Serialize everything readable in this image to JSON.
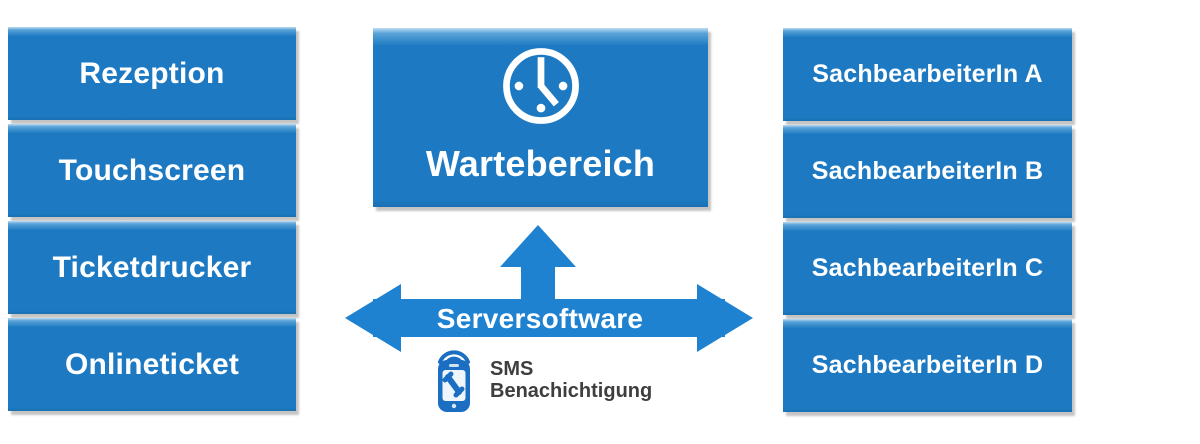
{
  "colors": {
    "box-blue": "#1d7ac2",
    "box-highlight": "#bcdcf2",
    "arrow-blue": "#1e82d0",
    "label-text": "#ffffff",
    "sms-text": "#3e3e3e",
    "phone-blue": "#1b6ec2"
  },
  "left_column": {
    "items": [
      {
        "label": "Rezeption"
      },
      {
        "label": "Touchscreen"
      },
      {
        "label": "Ticketdrucker"
      },
      {
        "label": "Onlineticket"
      }
    ]
  },
  "center": {
    "wartebereich": {
      "label": "Wartebereich",
      "icon": "clock-icon"
    },
    "serversoftware": {
      "label": "Serversoftware"
    },
    "sms": {
      "line1": "SMS",
      "line2": "Benachichtigung",
      "icon": "sms-phone-icon"
    }
  },
  "right_column": {
    "items": [
      {
        "label": "SachbearbeiterIn A"
      },
      {
        "label": "SachbearbeiterIn B"
      },
      {
        "label": "SachbearbeiterIn C"
      },
      {
        "label": "SachbearbeiterIn D"
      }
    ]
  }
}
